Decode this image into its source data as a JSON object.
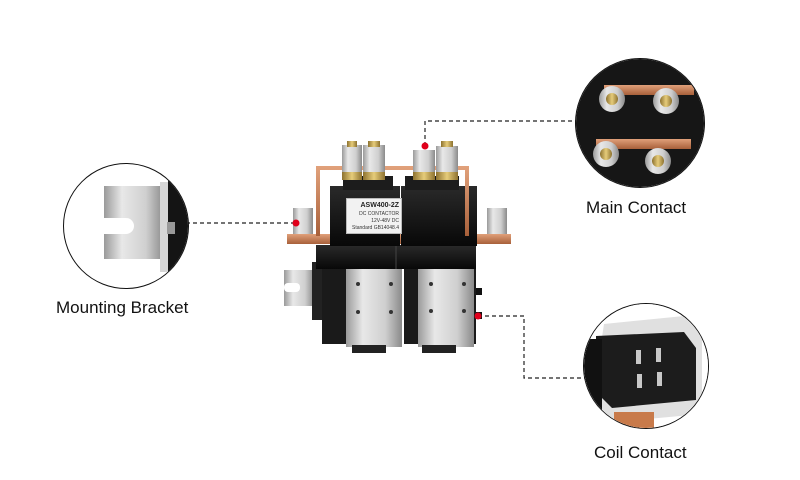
{
  "labels": {
    "mounting_bracket": "Mounting Bracket",
    "main_contact": "Main Contact",
    "coil_contact": "Coil Contact"
  },
  "product": {
    "model": "ASW400-2Z",
    "nameplate_lines": [
      "DC CONTACTOR",
      "12V-48V DC",
      "Standard GB14048.4"
    ]
  },
  "colors": {
    "marker": "#e0001b",
    "copper": "#c8825a",
    "body_black": "#141414",
    "steel": "#c9c9c9",
    "brass": "#c9a84a"
  }
}
